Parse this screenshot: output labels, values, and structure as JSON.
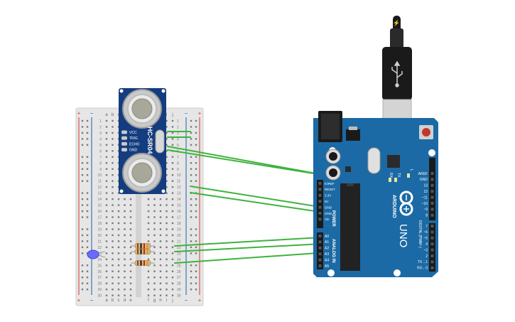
{
  "breadboard": {
    "columns_left": [
      "a",
      "b",
      "c",
      "d",
      "e"
    ],
    "columns_right": [
      "f",
      "g",
      "h",
      "i",
      "j"
    ],
    "rows": [
      "1",
      "2",
      "3",
      "4",
      "5",
      "6",
      "7",
      "8",
      "9",
      "10",
      "11",
      "12",
      "13",
      "14",
      "15",
      "16",
      "17",
      "18",
      "19",
      "20",
      "21",
      "22",
      "23",
      "24",
      "25",
      "26",
      "27",
      "28",
      "29",
      "30"
    ],
    "rail_plus": "+",
    "rail_minus": "−",
    "colors": {
      "body": "#e6e6e6",
      "hole": "#7a7a7a",
      "rail_red": "#d23a2e",
      "rail_blue": "#1f5fa8"
    }
  },
  "sensor": {
    "model": "HC-SR04",
    "pins": [
      "VCC",
      "TRIG",
      "ECHO",
      "GND"
    ],
    "colors": {
      "board": "#143d80",
      "transducer": "#c9c9c9",
      "crystal": "#d8d8d8"
    }
  },
  "led": {
    "color": "#6a6aff",
    "name": "led"
  },
  "resistors": [
    {
      "name": "resistor-1",
      "bands": [
        "#8b4513",
        "#111111",
        "#cc2200",
        "#c9a227"
      ]
    },
    {
      "name": "resistor-2",
      "bands": [
        "#8b4513",
        "#111111",
        "#cc2200",
        "#c9a227"
      ]
    },
    {
      "name": "resistor-3",
      "bands": [
        "#8b4513",
        "#111111",
        "#cc2200",
        "#c9a227"
      ]
    }
  ],
  "arduino": {
    "brand": "ARDUINO",
    "model": "UNO",
    "labels": {
      "power": "POWER",
      "analog": "ANALOG IN",
      "digital": "DIGITAL (PWM~)",
      "tx": "TX",
      "rx": "RX",
      "l": "L"
    },
    "power_pins": [
      "IOREF",
      "RESET",
      "3.3V",
      "5V",
      "GND",
      "GND",
      "Vin"
    ],
    "analog_pins": [
      "A0",
      "A1",
      "A2",
      "A3",
      "A4",
      "A5"
    ],
    "digital_top": [
      "AREF",
      "GND",
      "13",
      "12",
      "~11",
      "~10",
      "~9",
      "8"
    ],
    "digital_bottom": [
      "7",
      "~6",
      "~5",
      "4",
      "~3",
      "2",
      "TX→1",
      "RX←0"
    ],
    "colors": {
      "board": "#1b6aa5",
      "header": "#1a1a1a",
      "chip": "#222222"
    }
  },
  "usb": {
    "icon": "usb-icon",
    "colors": {
      "plug": "#1a1a1a",
      "metal": "#d4d4d4",
      "tip": "#e8d94a"
    }
  },
  "wire_color": "#3db33d"
}
